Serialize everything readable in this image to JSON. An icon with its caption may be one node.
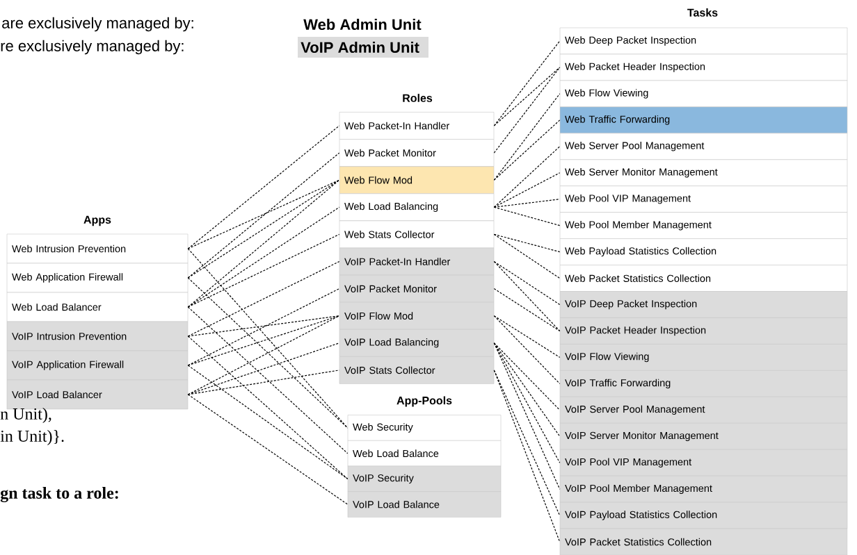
{
  "diagram": {
    "nodes": [
      {
        "text": [
          "Web Intrusion Prevention"
        ]
      },
      {
        "text": [
          "Web Application Firewall"
        ]
      },
      {
        "text": [
          "Web Load Balancer"
        ]
      },
      {
        "text": [
          "VoIP Intrusion Prevention"
        ]
      },
      {
        "text": [
          "VoIP Application Firewall"
        ]
      },
      {
        "text": [
          "VoIP Load Balancer"
        ]
      },
      {
        "text": [
          "Web Packet-In Handler"
        ]
      },
      {
        "text": [
          "Web Packet Monitor"
        ]
      },
      {
        "text": [
          "Web Flow Mod"
        ]
      },
      {
        "text": [
          "Web Load Balancing"
        ]
      },
      {
        "text": [
          "Web Stats Collector"
        ]
      },
      {
        "text": [
          "VoIP Packet-In Handler"
        ]
      },
      {
        "text": [
          "VoIP Packet Monitor"
        ]
      },
      {
        "text": [
          "VoIP Flow Mod"
        ]
      },
      {
        "text": [
          "VoIP Load Balancing"
        ]
      },
      {
        "text": [
          "VoIP Stats Collector"
        ]
      },
      {
        "text": [
          "Web Security"
        ]
      },
      {
        "text": [
          "Web Load Balance"
        ]
      },
      {
        "text": [
          "VoIP Security"
        ]
      },
      {
        "text": [
          "VoIP Load Balance"
        ]
      },
      {
        "text": [
          "Web Deep Packet Inspection"
        ]
      },
      {
        "text": [
          "Web Packet Header Inspection"
        ]
      },
      {
        "text": [
          "Web Flow Viewing"
        ]
      },
      {
        "text": [
          "Web Traffic Forwarding"
        ]
      },
      {
        "text": [
          "Web Server Pool Management"
        ]
      },
      {
        "text": [
          "Web Server Monitor Management"
        ]
      },
      {
        "text": [
          "Web Pool VIP Management"
        ]
      },
      {
        "text": [
          "Web Pool Member Management"
        ]
      },
      {
        "text": [
          "Web Payload Statistics Collection"
        ]
      },
      {
        "text": [
          "Web Packet Statistics Collection"
        ]
      },
      {
        "text": [
          "VoIP Deep Packet Inspection"
        ]
      },
      {
        "text": [
          "VoIP Packet Header Inspection"
        ]
      },
      {
        "text": [
          "VoIP Flow Viewing"
        ]
      },
      {
        "text": [
          "VoIP Traffic Forwarding"
        ]
      },
      {
        "text": [
          "VoIP Server Pool Management"
        ]
      },
      {
        "text": [
          "VoIP Server Monitor Management"
        ]
      },
      {
        "text": [
          "VoIP Pool VIP Management"
        ]
      },
      {
        "text": [
          "VoIP Pool Member Management"
        ]
      },
      {
        "text": [
          "VoIP Payload Statistics Collection"
        ]
      },
      {
        "text": [
          "VoIP Packet Statistics Collection"
        ]
      }
    ],
    "edges": [
      {
        "from": 0,
        "to": 6,
        "arrow": "none"
      },
      {
        "from": 0,
        "to": 8,
        "arrow": "none"
      },
      {
        "from": 1,
        "to": 7,
        "arrow": "none"
      },
      {
        "from": 1,
        "to": 8,
        "arrow": "none"
      },
      {
        "from": 2,
        "to": 8,
        "arrow": "none"
      },
      {
        "from": 2,
        "to": 9,
        "arrow": "none"
      },
      {
        "from": 2,
        "to": 10,
        "arrow": "none"
      },
      {
        "from": 3,
        "to": 11,
        "arrow": "none"
      },
      {
        "from": 3,
        "to": 13,
        "arrow": "none"
      },
      {
        "from": 4,
        "to": 12,
        "arrow": "none"
      },
      {
        "from": 4,
        "to": 13,
        "arrow": "none"
      },
      {
        "from": 5,
        "to": 13,
        "arrow": "none"
      },
      {
        "from": 5,
        "to": 14,
        "arrow": "none"
      },
      {
        "from": 5,
        "to": 15,
        "arrow": "none"
      },
      {
        "from": 0,
        "to": 16,
        "arrow": "none"
      },
      {
        "from": 1,
        "to": 16,
        "arrow": "none"
      },
      {
        "from": 2,
        "to": 17,
        "arrow": "none"
      },
      {
        "from": 3,
        "to": 18,
        "arrow": "none"
      },
      {
        "from": 4,
        "to": 18,
        "arrow": "none"
      },
      {
        "from": 5,
        "to": 19,
        "arrow": "none"
      },
      {
        "from": 6,
        "to": 20,
        "arrow": "none"
      },
      {
        "from": 6,
        "to": 21,
        "arrow": "none"
      },
      {
        "from": 7,
        "to": 21,
        "arrow": "none"
      },
      {
        "from": 8,
        "to": 22,
        "arrow": "none"
      },
      {
        "from": 8,
        "to": 23,
        "arrow": "none"
      },
      {
        "from": 9,
        "to": 24,
        "arrow": "none"
      },
      {
        "from": 9,
        "to": 25,
        "arrow": "none"
      },
      {
        "from": 9,
        "to": 26,
        "arrow": "none"
      },
      {
        "from": 9,
        "to": 27,
        "arrow": "none"
      },
      {
        "from": 10,
        "to": 28,
        "arrow": "none"
      },
      {
        "from": 10,
        "to": 29,
        "arrow": "none"
      },
      {
        "from": 11,
        "to": 30,
        "arrow": "none"
      },
      {
        "from": 11,
        "to": 31,
        "arrow": "none"
      },
      {
        "from": 12,
        "to": 31,
        "arrow": "none"
      },
      {
        "from": 13,
        "to": 32,
        "arrow": "none"
      },
      {
        "from": 13,
        "to": 33,
        "arrow": "none"
      },
      {
        "from": 14,
        "to": 34,
        "arrow": "none"
      },
      {
        "from": 14,
        "to": 35,
        "arrow": "none"
      },
      {
        "from": 14,
        "to": 36,
        "arrow": "none"
      },
      {
        "from": 14,
        "to": 37,
        "arrow": "none"
      },
      {
        "from": 15,
        "to": 38,
        "arrow": "none"
      },
      {
        "from": 15,
        "to": 39,
        "arrow": "none"
      }
    ],
    "labels": [
      "are exclusively managed by:",
      "re exclusively managed by:",
      "Tasks",
      "Roles",
      "Apps",
      "App-Pools",
      "n Unit),",
      "in Unit)}.",
      "gn task to a role:"
    ],
    "legend": [
      {
        "text": "Web Admin Unit"
      },
      {
        "text": "VoIP Admin Unit",
        "color": "#dcdcdc"
      }
    ]
  }
}
